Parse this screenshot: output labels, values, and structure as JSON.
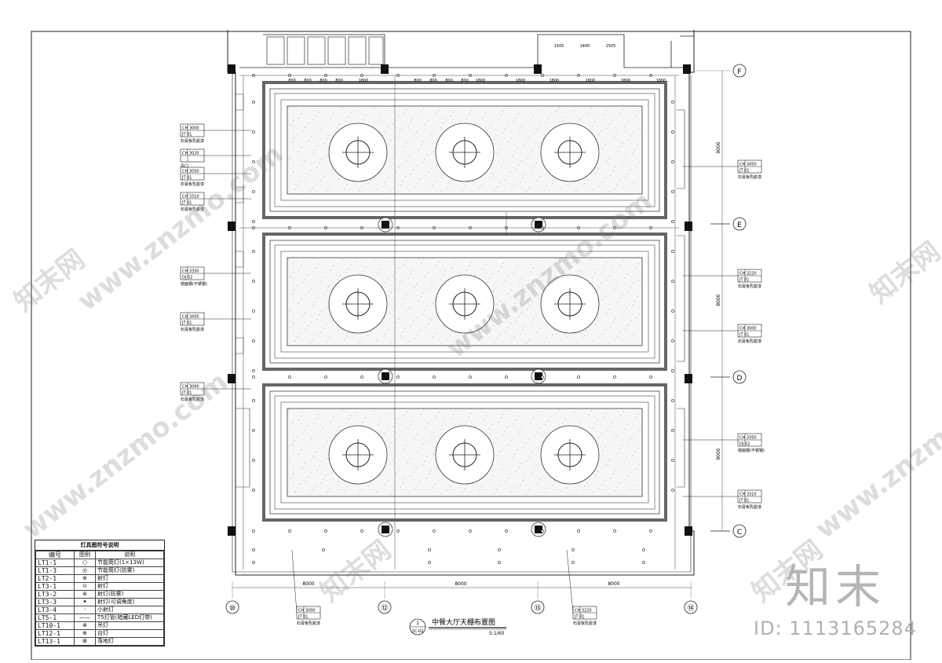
{
  "drawing": {
    "title": "中餐大厅天棚布置图",
    "scale": "S:1/60",
    "sheet_no": "1",
    "sheet_ref": "2C-02"
  },
  "axes_vertical": [
    "⑩",
    "⑫",
    "⑬",
    "⑭"
  ],
  "axes_horizontal": [
    "F",
    "E",
    "D",
    "C"
  ],
  "bottom_dims": [
    "8000",
    "8000",
    "8000"
  ],
  "right_dims": [
    "9000",
    "8000",
    "9000"
  ],
  "top_dims": [
    "800",
    "800",
    "800",
    "800",
    "1800",
    "800",
    "800",
    "800",
    "800",
    "1800",
    "1800",
    "1800",
    "1800",
    "1800",
    "1800"
  ],
  "top_small_dims": [
    "1505",
    "1400",
    "1505"
  ],
  "tags_left": [
    {
      "code": "CH 3000",
      "mat": "JT 01",
      "note": "石膏板乳胶漆"
    },
    {
      "code": "CH 3020",
      "mat": "",
      "note": "风口"
    },
    {
      "code": "CH 3050",
      "mat": "JT 01",
      "note": "石膏板乳胶漆"
    },
    {
      "code": "CH 3310",
      "mat": "JT 01",
      "note": "石膏板乳胶漆"
    },
    {
      "code": "CH 3350",
      "mat": "DJ 02",
      "note": "镜面钢(不锈钢)"
    },
    {
      "code": "CH 3450",
      "mat": "JT 01",
      "note": "石膏板乳胶漆"
    },
    {
      "code": "CH 3000",
      "mat": "JT 01",
      "note": "石膏板乳胶漆"
    }
  ],
  "tags_right": [
    {
      "code": "CH 3450",
      "mat": "JT 01",
      "note": "石膏板乳胶漆"
    },
    {
      "code": "CH 3220",
      "mat": "JT 01",
      "note": "石膏板乳胶漆"
    },
    {
      "code": "CH 3000",
      "mat": "JT 01",
      "note": "石膏板乳胶漆"
    },
    {
      "code": "CH 3350",
      "mat": "DJ 02",
      "note": "镜面钢(不锈钢)"
    },
    {
      "code": "CH 3310",
      "mat": "JT 01",
      "note": "石膏板乳胶漆"
    }
  ],
  "tags_bottom": [
    {
      "code": "CH 3000",
      "mat": "JT 01",
      "note": "石膏板乳胶漆"
    },
    {
      "code": "CH 3220",
      "mat": "JT 01",
      "note": "石膏板乳胶漆"
    }
  ],
  "legend": {
    "title": "灯具图符号说明",
    "headers": [
      "编号",
      "图例",
      "说明"
    ],
    "rows": [
      {
        "id": "LT1-1",
        "symbol": "○",
        "desc": "节能筒灯(1×13W)"
      },
      {
        "id": "LT1-3",
        "symbol": "◎",
        "desc": "节能筒灯(防雾)"
      },
      {
        "id": "LT2-1",
        "symbol": "⊕",
        "desc": "射灯"
      },
      {
        "id": "LT3-1",
        "symbol": "⊙",
        "desc": "射灯"
      },
      {
        "id": "LT3-2",
        "symbol": "⊛",
        "desc": "射灯(防雾)"
      },
      {
        "id": "LT3-3",
        "symbol": "✦",
        "desc": "射灯(可调角度)"
      },
      {
        "id": "LT3-4",
        "symbol": "◦",
        "desc": "小射灯"
      },
      {
        "id": "LT5-1",
        "symbol": "——",
        "desc": "T5灯管(暗藏LED灯带)"
      },
      {
        "id": "LT10-1",
        "symbol": "⊗",
        "desc": "吊灯"
      },
      {
        "id": "LT12-1",
        "symbol": "⊕",
        "desc": "台灯"
      },
      {
        "id": "LT13-1",
        "symbol": "⊞",
        "desc": "落地灯"
      }
    ]
  },
  "watermarks": {
    "site": "www.znzmo.com",
    "cn": "知末网",
    "brand": "知末",
    "id": "ID: 1113165284"
  }
}
